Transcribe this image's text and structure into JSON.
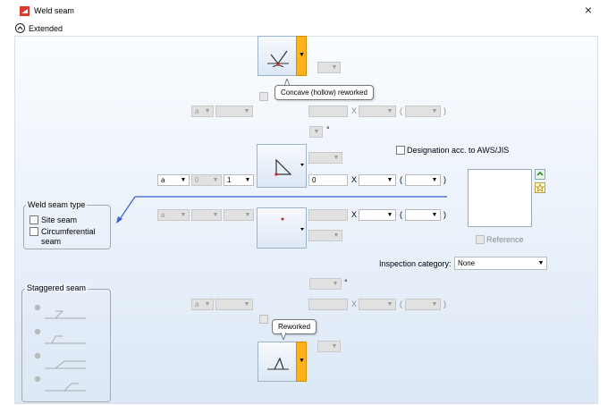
{
  "window": {
    "title": "Weld seam",
    "close_glyph": "×"
  },
  "extended": {
    "label": "Extended",
    "icon": "chevron-up-icon"
  },
  "tooltips": {
    "top": "Concave (hollow) reworked",
    "bottom": "Reworked"
  },
  "row_upper": {
    "a_value": "a",
    "x_label": "X",
    "paren_open": "(",
    "paren_close": ")"
  },
  "degree_mark": "°",
  "row_main": {
    "a_value": "a",
    "zero_value": "0",
    "count_value": "1",
    "length_value": "0",
    "x_label": "X",
    "paren_open": "(",
    "paren_close": ")"
  },
  "designation": {
    "label": "Designation acc. to AWS/JIS",
    "checked": false
  },
  "row_lower": {
    "a_value": "a",
    "x_label": "X",
    "paren_open": "(",
    "paren_close": ")"
  },
  "reference": {
    "label": "Reference",
    "checked": false
  },
  "inspection": {
    "label": "Inspection category:",
    "value": "None"
  },
  "weld_seam_type": {
    "title": "Weld seam type",
    "site_seam": "Site seam",
    "circumferential_line1": "Circumferential",
    "circumferential_line2": "seam"
  },
  "staggered": {
    "title": "Staggered seam"
  },
  "row_bottom": {
    "a_value": "a",
    "x_label": "X",
    "paren_open": "(",
    "paren_close": ")"
  },
  "colors": {
    "accent_orange": "#ffb21a",
    "pointer_line": "#3a5fd8",
    "symbol_red": "#cc2222"
  }
}
